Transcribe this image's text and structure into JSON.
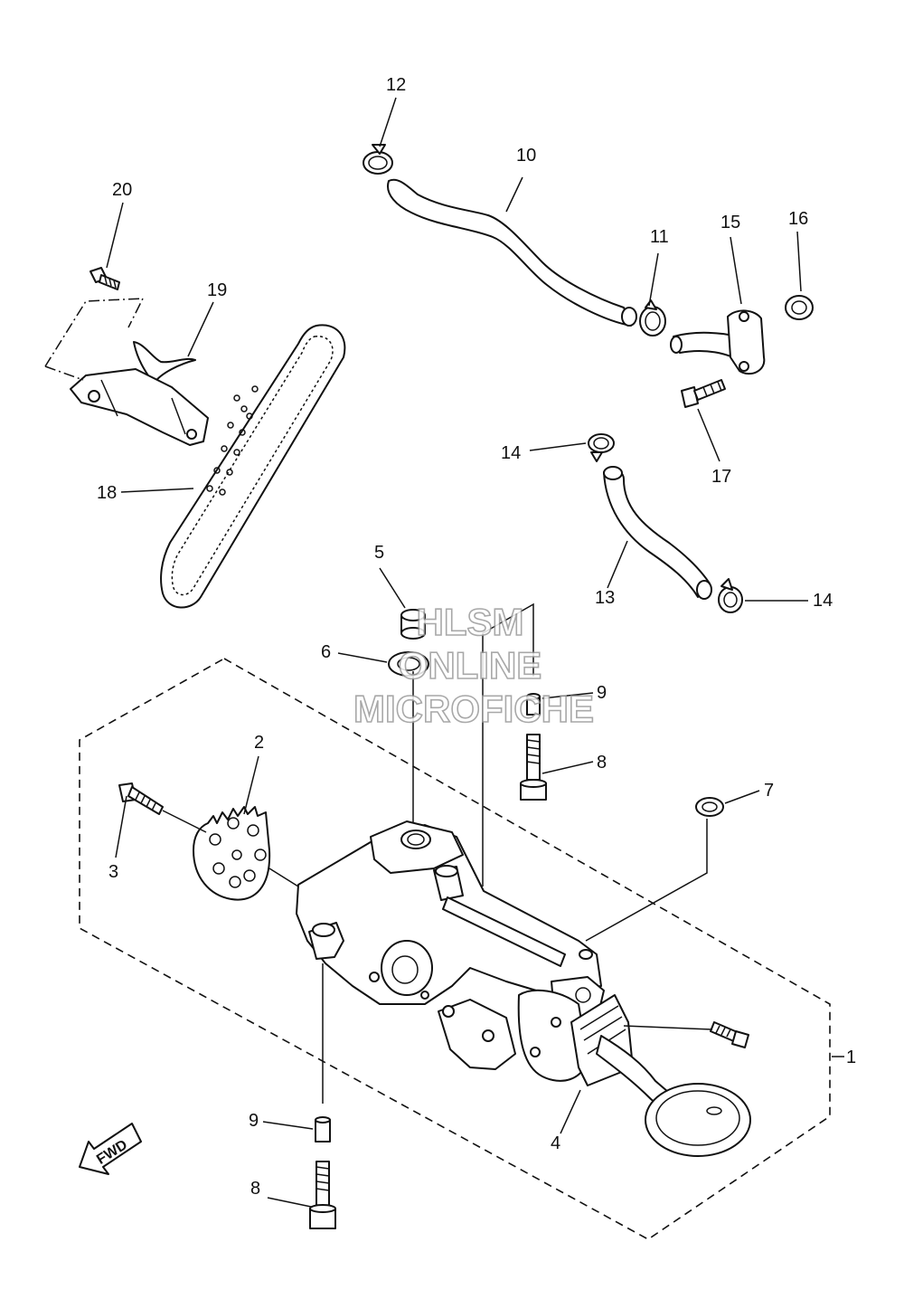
{
  "diagram": {
    "callouts": [
      {
        "id": "c1",
        "text": "1"
      },
      {
        "id": "c2",
        "text": "2"
      },
      {
        "id": "c3",
        "text": "3"
      },
      {
        "id": "c4",
        "text": "4"
      },
      {
        "id": "c5",
        "text": "5"
      },
      {
        "id": "c6",
        "text": "6"
      },
      {
        "id": "c7",
        "text": "7"
      },
      {
        "id": "c8a",
        "text": "8"
      },
      {
        "id": "c8b",
        "text": "8"
      },
      {
        "id": "c9a",
        "text": "9"
      },
      {
        "id": "c9b",
        "text": "9"
      },
      {
        "id": "c10",
        "text": "10"
      },
      {
        "id": "c11",
        "text": "11"
      },
      {
        "id": "c12",
        "text": "12"
      },
      {
        "id": "c13",
        "text": "13"
      },
      {
        "id": "c14a",
        "text": "14"
      },
      {
        "id": "c14b",
        "text": "14"
      },
      {
        "id": "c15",
        "text": "15"
      },
      {
        "id": "c16",
        "text": "16"
      },
      {
        "id": "c17",
        "text": "17"
      },
      {
        "id": "c18",
        "text": "18"
      },
      {
        "id": "c19",
        "text": "19"
      },
      {
        "id": "c20",
        "text": "20"
      }
    ],
    "fwd_label": "FWD",
    "watermark": {
      "line1": "HLSM",
      "line2": "ONLINE",
      "line3": "MICROFICHE"
    }
  }
}
